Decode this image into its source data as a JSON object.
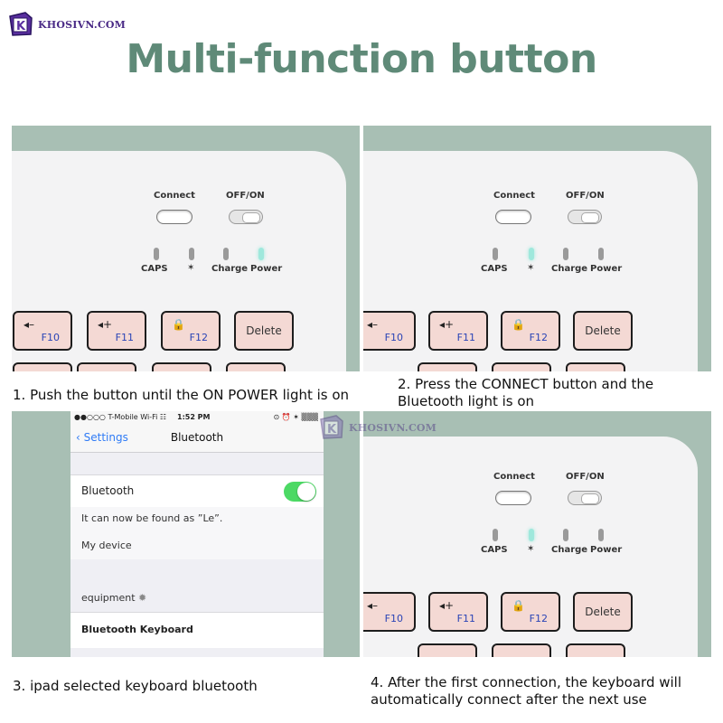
{
  "brand": {
    "name": "KHOSIVN.COM",
    "accent": "#4a2a86"
  },
  "headline": "Multi-function button",
  "keyboard": {
    "switch_connect": "Connect",
    "switch_power": "OFF/ON",
    "leds": [
      "CAPS",
      "✶",
      "Charge",
      "Power"
    ],
    "keys": [
      {
        "icon": "◂–",
        "fn": "F10"
      },
      {
        "icon": "◂+",
        "fn": "F11"
      },
      {
        "icon": "🔒",
        "fn": "F12"
      },
      {
        "label": "Delete"
      }
    ]
  },
  "steps": {
    "s1": "1. Push the button until the ON POWER light is on",
    "s2a": "2. Press the CONNECT button and the",
    "s2b": "Bluetooth light is on",
    "s3": "3. ipad selected keyboard bluetooth",
    "s4a": "4. After the first connection, the keyboard will",
    "s4b": "automatically connect after the next use"
  },
  "phone": {
    "carrier": "●●○○○ T-Mobile Wi-Fi ☷",
    "time": "1:52 PM",
    "status_right": "⊙ ⏰ ✶ ▒▒▒",
    "back": "Settings",
    "title": "Bluetooth",
    "bluetooth_label": "Bluetooth",
    "found_text": "It can now be found as ”Le”.",
    "my_device": "My device",
    "equipment": "equipment",
    "keyboard_item": "Bluetooth Keyboard"
  }
}
